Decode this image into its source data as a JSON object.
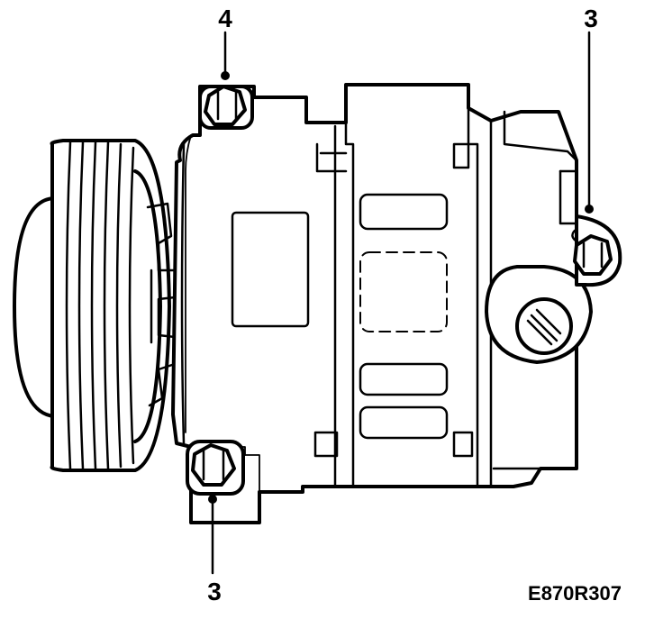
{
  "callouts": {
    "top_left": "4",
    "top_right": "3",
    "bottom": "3"
  },
  "figure_code": "E870R307",
  "colors": {
    "line": "#000000",
    "background": "#ffffff"
  },
  "icons": {
    "bolt_top_left": "hex-bolt-icon",
    "bolt_right": "hex-bolt-icon",
    "bolt_bottom_left": "hex-bolt-icon",
    "fitting": "slotted-plug-icon"
  }
}
